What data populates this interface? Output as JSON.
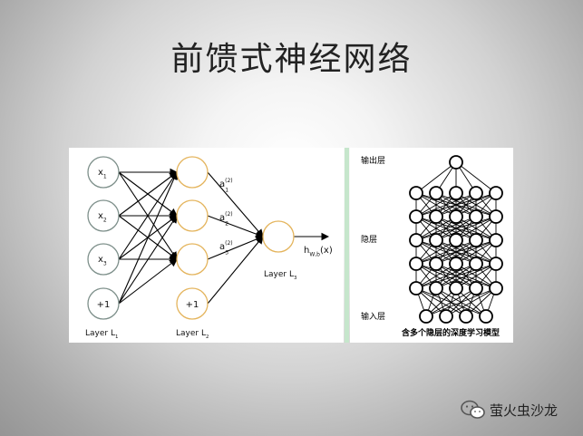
{
  "title": "前馈式神经网络",
  "left_diagram": {
    "input_nodes": [
      "x",
      "x",
      "x",
      "+1"
    ],
    "input_subscripts": [
      "1",
      "2",
      "3",
      ""
    ],
    "hidden_node_bias": "+1",
    "activation_labels": [
      {
        "base": "a",
        "sup": "(2)",
        "sub": "1"
      },
      {
        "base": "a",
        "sup": "(2)",
        "sub": "2"
      },
      {
        "base": "a",
        "sup": "(2)",
        "sub": "3"
      }
    ],
    "output": {
      "base": "h",
      "sub": "W,b",
      "suffix": "(x)"
    },
    "layer_labels": [
      {
        "base": "Layer L",
        "sub": "1"
      },
      {
        "base": "Layer L",
        "sub": "2"
      },
      {
        "base": "Layer L",
        "sub": "3"
      }
    ],
    "colors": {
      "input_stroke": "#7d8f8a",
      "hidden_stroke": "#e4b45c",
      "edge": "#000000"
    }
  },
  "right_diagram": {
    "output_label": "输出层",
    "hidden_label": "隐层",
    "input_label": "输入层",
    "caption": "含多个隐层的深度学习模型"
  },
  "watermark": {
    "text": "萤火虫沙龙",
    "icon": "wechat-icon"
  }
}
